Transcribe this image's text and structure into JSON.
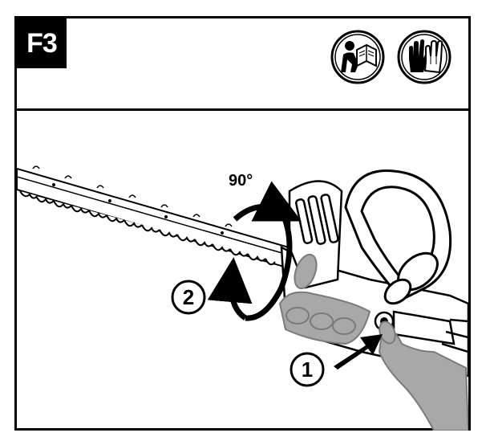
{
  "header": {
    "step_label": "F3",
    "icons": [
      "read-manual-icon",
      "wear-gloves-icon"
    ]
  },
  "illustration": {
    "rotation_angle": "90°",
    "callouts": [
      {
        "number": "1"
      },
      {
        "number": "2"
      }
    ]
  },
  "colors": {
    "line": "#000000",
    "fill": "#ffffff",
    "hand": "#a8a8a8",
    "hand_dark": "#7a7a7a"
  }
}
